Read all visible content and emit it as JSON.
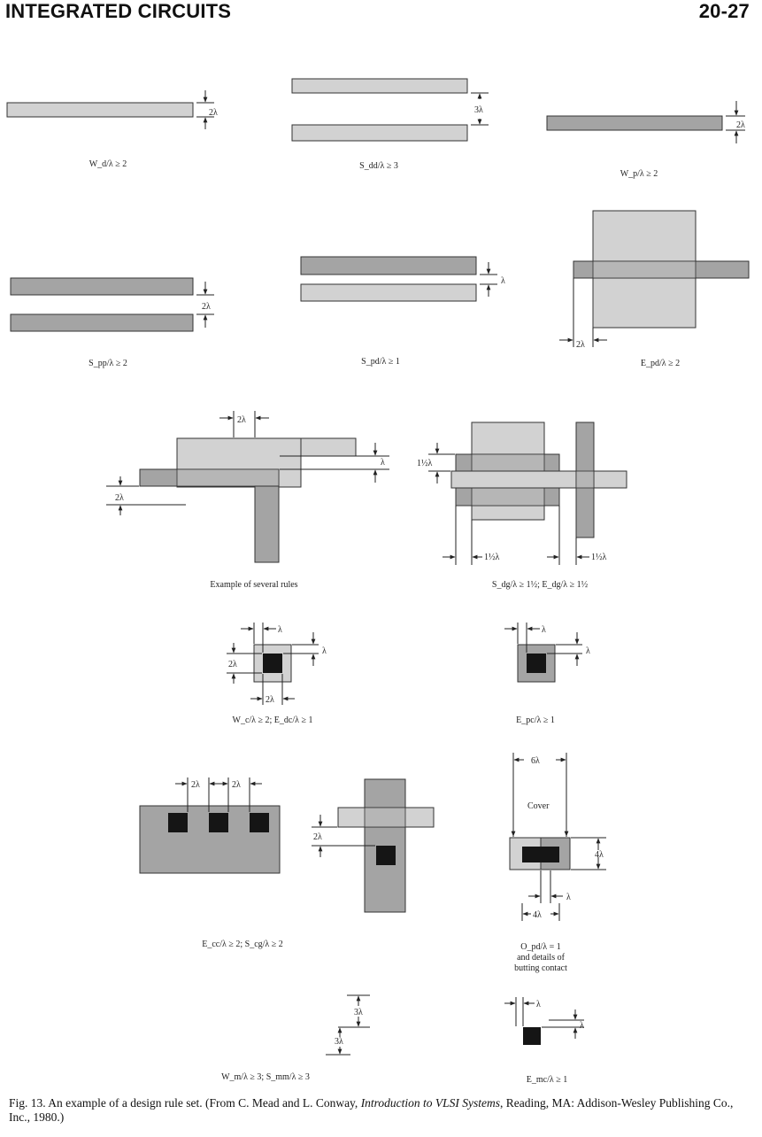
{
  "header": {
    "section_title": "INTEGRATED CIRCUITS",
    "page_number": "20-27"
  },
  "dimension_labels": {
    "two_lambda": "2λ",
    "three_lambda": "3λ",
    "lambda": "λ",
    "one_half_lambda": "1½λ",
    "six_lambda": "6λ",
    "four_lambda": "4λ"
  },
  "rule_captions": {
    "wd": "W_d/λ ≥ 2",
    "sdd": "S_dd/λ ≥ 3",
    "wp": "W_p/λ ≥ 2",
    "spp": "S_pp/λ ≥ 2",
    "spd": "S_pd/λ ≥ 1",
    "epd": "E_pd/λ ≥ 2",
    "several": "Example of several rules",
    "sdg": "S_dg/λ ≥ 1½; E_dg/λ ≥ 1½",
    "wc": "W_c/λ ≥ 2; E_dc/λ ≥ 1",
    "epc": "E_pc/λ ≥ 1",
    "ecc": "E_cc/λ ≥ 2; S_cg/λ ≥ 2",
    "opd": "O_pd/λ = 1",
    "opd_line2": "and details of",
    "opd_line3": "butting contact",
    "wm": "W_m/λ ≥ 3; S_mm/λ ≥ 3",
    "emc": "E_mc/λ ≥ 1"
  },
  "cover_label": "Cover",
  "caption": {
    "prefix": "Fig. 13. An example of a design rule set. (From C. Mead and L. Conway, ",
    "title": "Introduction to VLSI Systems",
    "suffix": ", Reading, MA: Addison-Wesley Publishing Co., Inc., 1980.)"
  },
  "colors": {
    "light_fill": "#d2d2d2",
    "dark_fill": "#a4a4a4",
    "contact": "#151515",
    "line": "#222222"
  }
}
